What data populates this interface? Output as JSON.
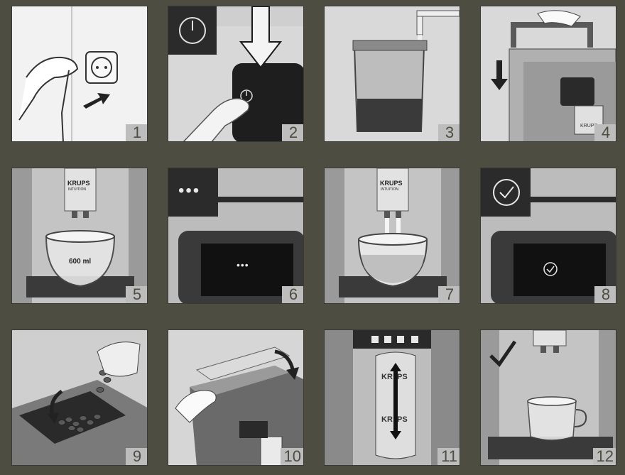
{
  "steps": [
    {
      "num": "1"
    },
    {
      "num": "2"
    },
    {
      "num": "3"
    },
    {
      "num": "4"
    },
    {
      "num": "5",
      "bowl_label": "600 ml",
      "brand": "KRUPS",
      "brand_sub": "INTUITION"
    },
    {
      "num": "6",
      "screen_text": "•••",
      "icon_text": "•••"
    },
    {
      "num": "7",
      "brand": "KRUPS",
      "brand_sub": "INTUITION"
    },
    {
      "num": "8"
    },
    {
      "num": "9"
    },
    {
      "num": "10"
    },
    {
      "num": "11",
      "brand_top": "KR  PS",
      "brand_bottom": "KR  PS"
    },
    {
      "num": "12"
    }
  ],
  "machine_brand": "KRUPS",
  "colors": {
    "background": "#4d4d42",
    "panel": "#e8e8e8",
    "dark": "#2a2a2a",
    "number_bg": "#bdbdbd"
  }
}
